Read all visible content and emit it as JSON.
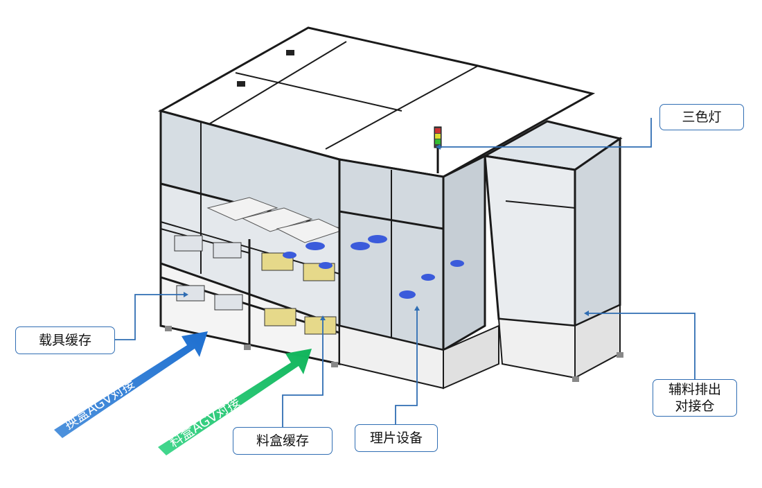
{
  "labels": {
    "carrier_buffer": "载具缓存",
    "material_box_buffer": "料盒缓存",
    "wafer_sorting_equipment": "理片设备",
    "three_color_light": "三色灯",
    "aux_discharge_line1": "辅料排出",
    "aux_discharge_line2": "对接仓"
  },
  "arrows": {
    "blue_text": "换盒AGV对接",
    "green_text": "料盒AGV对接"
  },
  "colors": {
    "callout_border": "#2f6db3",
    "leader_line": "#2f6db3",
    "blue_arrow": "#2f7fd6",
    "green_arrow": "#1fc46a",
    "frame": "#1a1a1a",
    "glass": "#cdd5dc",
    "part_blue": "#3b5bdb",
    "part_yellow": "#e6d98a"
  }
}
